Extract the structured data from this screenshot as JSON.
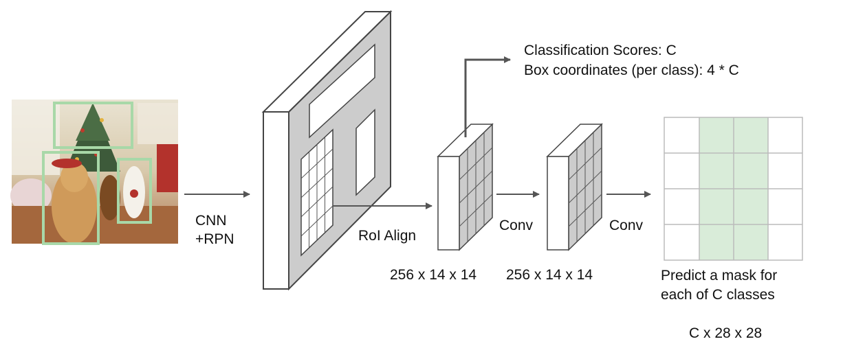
{
  "labels": {
    "cnn": "CNN",
    "rpn": "+RPN",
    "roi_align": "RoI Align",
    "conv1": "Conv",
    "conv2": "Conv",
    "dim1": "256 x 14 x 14",
    "dim2": "256 x 14 x 14",
    "cls_scores": "Classification Scores: C",
    "box_coords": "Box coordinates (per class): 4 * C",
    "mask_line1": "Predict a mask for",
    "mask_line2": "each of C classes",
    "mask_dims": "C x 28 x 28"
  },
  "colors": {
    "box_green": "#a8d8a8",
    "mask_highlight": "#d9ecd9",
    "feature_gray": "#cccccc",
    "arrow": "#555555"
  },
  "mask_grid": {
    "columns": 4,
    "rows": 4,
    "highlighted_columns": [
      2,
      3
    ]
  }
}
